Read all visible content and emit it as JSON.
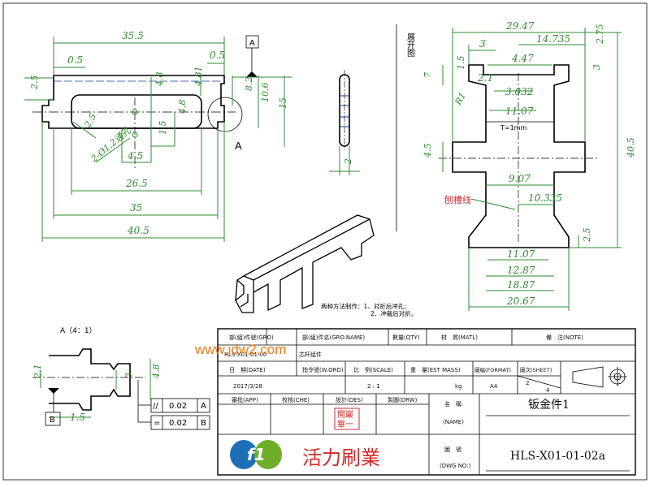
{
  "left_view": {
    "dims": [
      "35.5",
      "0.5",
      "0.5",
      "2.5",
      "4.8",
      "4.81",
      "8.2",
      "10.6",
      "15",
      "4.8",
      "1.5",
      "4.5",
      "2.5",
      "26.5",
      "35",
      "40.5"
    ],
    "notes": [
      "2-Ø1.2通孔",
      "A"
    ],
    "datum": "A"
  },
  "side_view": {
    "dim": "2"
  },
  "right_view": {
    "side_label": "展开图",
    "dims": [
      "29.47",
      "3",
      "14.735",
      "2.75",
      "4.47",
      "1.5",
      "2.1",
      "3",
      "7",
      "3.032",
      "11.07",
      "R1",
      "T=1mm",
      "4.5",
      "40.5",
      "9.07",
      "10.335",
      "2.5",
      "11.07",
      "12.87",
      "18.87",
      "20.67"
    ],
    "score_label": "刨槽线"
  },
  "process_note": [
    "两种方法制作：1、对折后冲孔;",
    "2、冲裁后对折。"
  ],
  "detail": {
    "title": "A（4：1）",
    "dims": [
      "2.1",
      "3",
      "4.8",
      "1.5"
    ],
    "datum": "B",
    "tolerances": [
      {
        "symbol": "//",
        "value": "0.02",
        "datum": "A"
      },
      {
        "symbol": "=",
        "value": "0.02",
        "datum": "B"
      }
    ]
  },
  "title_block": {
    "group_no_label": "部(組)件號(GRO)",
    "group_no_value": "HLS-X01-01-00",
    "group_name_label": "部(組)件名(GRO.NAME)",
    "group_name_value": "芯杆组件",
    "qty_label": "數量(QTY)",
    "material_label": "材　質(MATL)",
    "note_label": "備　注(NOTE)",
    "date_label": "日　期(DATE)",
    "date_value": "2017/3/28",
    "order_label": "指令號(W.ORD)",
    "scale_label": "比　例(SCALE)",
    "scale_value": "2 : 1",
    "mass_label": "重　量(EST MASS)",
    "mass_unit": "kg",
    "format_label": "圖幅(FORMAT)",
    "format_value": "A4",
    "sheet_label": "圖次(SHEET)",
    "sheet_value": "2",
    "sheet_total": "4",
    "approve_label": "審批(APP)",
    "check_label": "校核(CHE)",
    "design_label": "設計(DES)",
    "drawn_label": "製圖(DRW)",
    "stamp": "開巖\n畢一",
    "name_label": "名　稱",
    "name_label_en": "(NAME)",
    "name_value": "钣金件1",
    "drawing_no_label": "圖　號",
    "drawing_no_label_en": "(DWG NO:)",
    "drawing_no_value": "HLS-X01-01-02a",
    "company": "活力刷業",
    "logo_text": "f1"
  },
  "watermark": "www.jdw2.com",
  "colors": {
    "dim": "#2e8b2e",
    "stamp": "#d42a2a",
    "logo_blue": "#1f6fb8",
    "logo_green": "#6fae2b",
    "watermark": "#f07818"
  }
}
